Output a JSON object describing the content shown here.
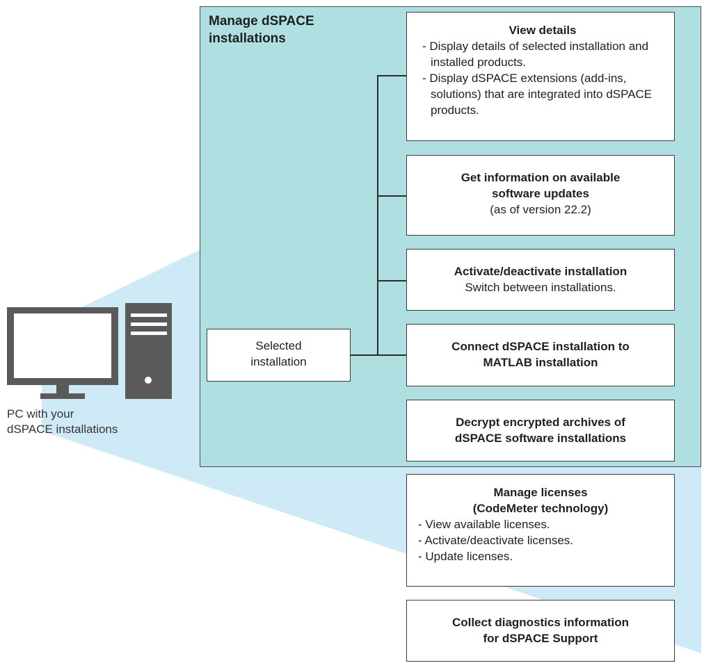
{
  "title": "Manage dSPACE installations",
  "pc_label": [
    "PC with your",
    "dSPACE installations"
  ],
  "selected": [
    "Selected",
    "installation"
  ],
  "colors": {
    "panel": "#b0dfe2",
    "beam": "#cfeaf7",
    "icon": "#5a5a5a"
  },
  "icons": [
    "monitor-icon",
    "pc-tower-icon"
  ],
  "boxes": {
    "view": {
      "title": "View details",
      "bullets": [
        "- Display details of selected installation and installed products.",
        "- Display dSPACE extensions (add-ins, solutions) that are integrated into dSPACE products."
      ]
    },
    "updates": {
      "title": [
        "Get information on available",
        "software updates"
      ],
      "sub": "(as of version 22.2)"
    },
    "activate": {
      "title": "Activate/deactivate installation",
      "sub": "Switch between installations."
    },
    "connect": {
      "title": [
        "Connect dSPACE installation to",
        "MATLAB installation"
      ]
    },
    "decrypt": {
      "title": [
        "Decrypt encrypted archives of",
        "dSPACE software installations"
      ]
    },
    "licenses": {
      "title": [
        "Manage licenses",
        "(CodeMeter technology)"
      ],
      "bullets": [
        "- View available licenses.",
        "- Activate/deactivate licenses.",
        "- Update licenses."
      ]
    },
    "diagnostics": {
      "title": [
        "Collect diagnostics information",
        "for dSPACE Support"
      ]
    }
  }
}
